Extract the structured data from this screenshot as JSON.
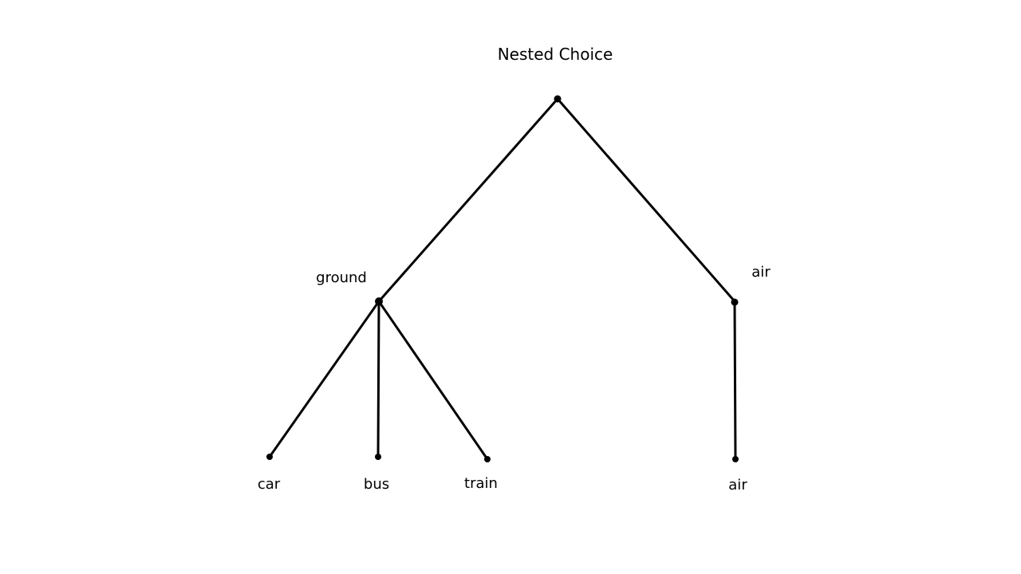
{
  "diagram": {
    "title": "Nested Choice",
    "root": {
      "label": "",
      "children": [
        {
          "label": "ground",
          "children": [
            {
              "label": "car"
            },
            {
              "label": "bus"
            },
            {
              "label": "train"
            }
          ]
        },
        {
          "label": "air",
          "children": [
            {
              "label": "air"
            }
          ]
        }
      ]
    }
  }
}
